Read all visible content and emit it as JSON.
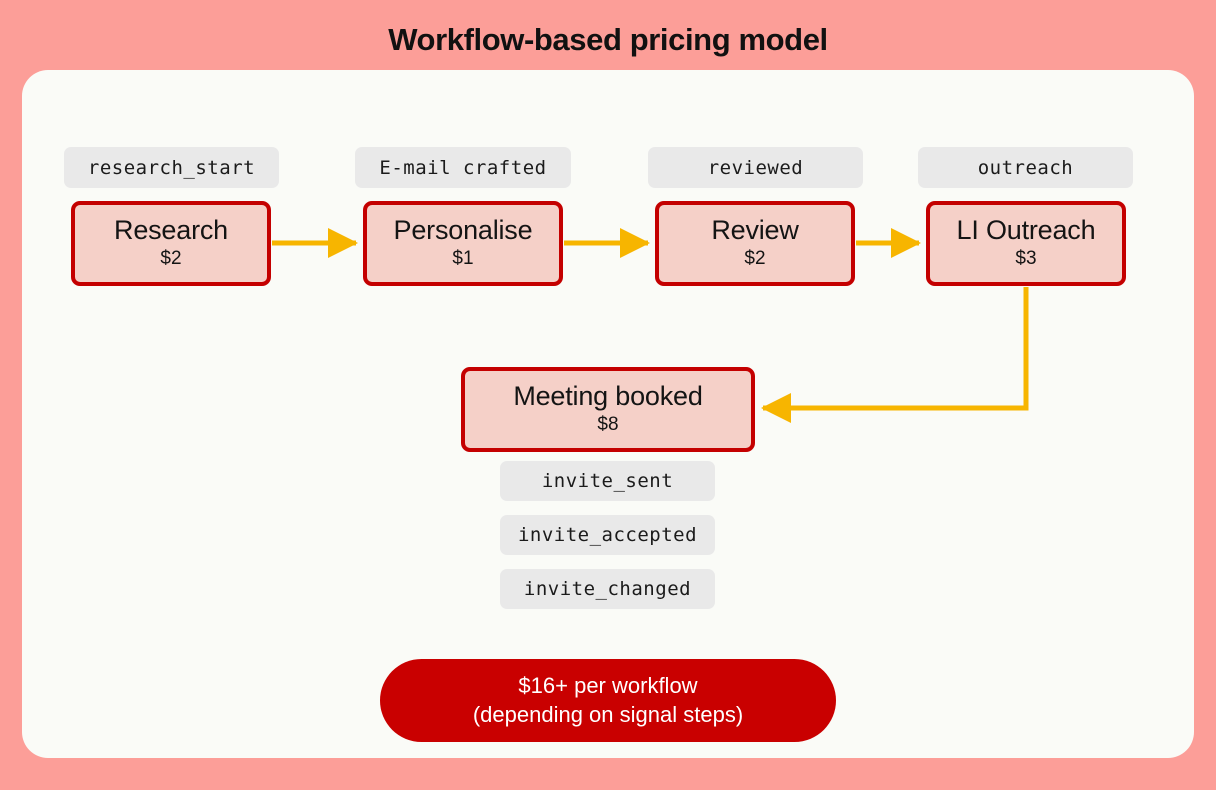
{
  "title": "Workflow-based pricing model",
  "colors": {
    "page_background": "#fc9e98",
    "card_background": "#fafbf7",
    "node_fill": "#f5d0c8",
    "node_border": "#c40000",
    "pill_background": "#e9e9e9",
    "connector": "#f7b500",
    "total_pill": "#c90000",
    "total_text": "#ffffff"
  },
  "signals": {
    "top": [
      {
        "label": "research_start"
      },
      {
        "label": "E-mail crafted"
      },
      {
        "label": "reviewed"
      },
      {
        "label": "outreach"
      }
    ],
    "meeting": [
      {
        "label": "invite_sent"
      },
      {
        "label": "invite_accepted"
      },
      {
        "label": "invite_changed"
      }
    ]
  },
  "nodes": [
    {
      "name": "research",
      "title": "Research",
      "price": "$2"
    },
    {
      "name": "personalise",
      "title": "Personalise",
      "price": "$1"
    },
    {
      "name": "review",
      "title": "Review",
      "price": "$2"
    },
    {
      "name": "li-outreach",
      "title": "LI Outreach",
      "price": "$3"
    },
    {
      "name": "meeting-booked",
      "title": "Meeting booked",
      "price": "$8"
    }
  ],
  "total": {
    "line1": "$16+ per workflow",
    "line2": "(depending on signal steps)"
  }
}
